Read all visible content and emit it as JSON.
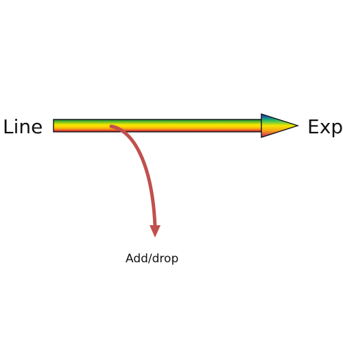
{
  "diagram": {
    "start_label": "Line",
    "end_label": "Exp",
    "branch_label": "Add/drop"
  },
  "colors": {
    "main_arrow_gradient": [
      "#0b7a33",
      "#66bb2d",
      "#f2e800",
      "#ffd800",
      "#f7a11a",
      "#e1452a",
      "#b71d5c"
    ],
    "arrow_head_gradient": [
      "#1f1fd6",
      "#1fb66b",
      "#f2e800",
      "#f7a11a",
      "#c11c6f"
    ],
    "branch_arrow": "#c0504d",
    "outline": "#111111"
  }
}
